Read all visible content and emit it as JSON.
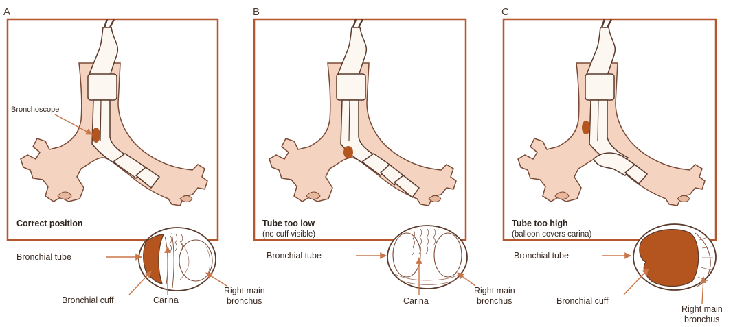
{
  "panels": [
    {
      "letter": "A",
      "caption": "Correct position",
      "subcaption": "",
      "scope_label": "Bronchoscope",
      "labels": {
        "tube": "Bronchial tube",
        "cuff": "Bronchial cuff",
        "carina": "Carina",
        "bronchus_line1": "Right main",
        "bronchus_line2": "bronchus"
      }
    },
    {
      "letter": "B",
      "caption": "Tube too low",
      "subcaption": "(no cuff visible)",
      "labels": {
        "tube": "Bronchial tube",
        "carina": "Carina",
        "bronchus_line1": "Right main",
        "bronchus_line2": "bronchus"
      }
    },
    {
      "letter": "C",
      "caption": "Tube too high",
      "subcaption": "(balloon covers carina)",
      "labels": {
        "tube": "Bronchial tube",
        "cuff": "Bronchial cuff",
        "bronchus_line1": "Right main",
        "bronchus_line2": "bronchus"
      }
    }
  ],
  "colors": {
    "frame": "#b5572c",
    "airway_fill": "#f4d3c0",
    "airway_stroke": "#7a4a36",
    "tube_fill": "#fdf7f2",
    "cuff_dark": "#b4551f",
    "arrow": "#c8764a"
  }
}
